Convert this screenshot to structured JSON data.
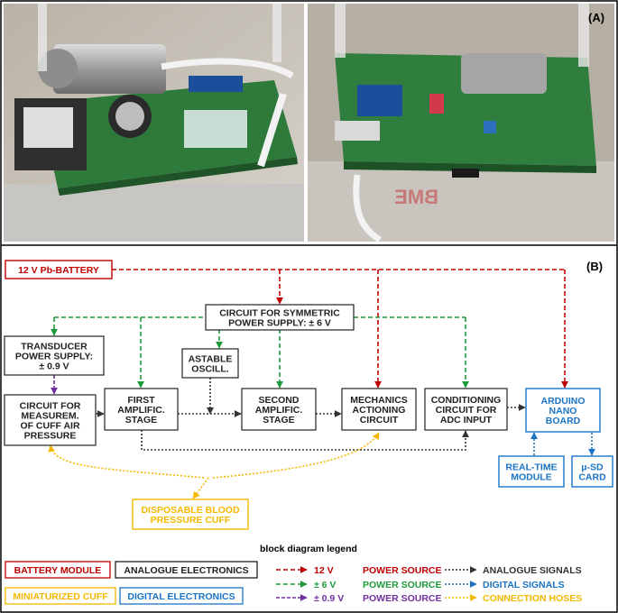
{
  "panel_a": {
    "label": "(A)",
    "stamp_text": "BME"
  },
  "panel_b": {
    "label": "(B)"
  },
  "blocks": {
    "battery": {
      "lines": [
        "12 V Pb-BATTERY"
      ]
    },
    "symmetric": {
      "lines": [
        "CIRCUIT FOR SYMMETRIC",
        "POWER SUPPLY: ± 6 V"
      ]
    },
    "transducer_ps": {
      "lines": [
        "TRANSDUCER",
        "POWER SUPPLY:",
        "± 0.9 V"
      ]
    },
    "astable": {
      "lines": [
        "ASTABLE",
        "OSCILL."
      ]
    },
    "measurement": {
      "lines": [
        "CIRCUIT FOR",
        "MEASUREM.",
        "OF CUFF AIR",
        "PRESSURE"
      ]
    },
    "first_amp": {
      "lines": [
        "FIRST",
        "AMPLIFIC.",
        "STAGE"
      ]
    },
    "second_amp": {
      "lines": [
        "SECOND",
        "AMPLIFIC.",
        "STAGE"
      ]
    },
    "mechanics": {
      "lines": [
        "MECHANICS",
        "ACTIONING",
        "CIRCUIT"
      ]
    },
    "conditioning": {
      "lines": [
        "CONDITIONING",
        "CIRCUIT FOR",
        "ADC INPUT"
      ]
    },
    "arduino": {
      "lines": [
        "ARDUINO",
        "NANO",
        "BOARD"
      ]
    },
    "rtc": {
      "lines": [
        "REAL-TIME",
        "MODULE"
      ]
    },
    "sd": {
      "lines": [
        "µ-SD",
        "CARD"
      ]
    },
    "cuff": {
      "lines": [
        "DISPOSABLE BLOOD",
        "PRESSURE CUFF"
      ]
    }
  },
  "legend": {
    "title": "block diagram legend",
    "modules": {
      "battery": "BATTERY MODULE",
      "analogue": "ANALOGUE ELECTRONICS",
      "cuff": "MINIATURIZED CUFF",
      "digital": "DIGITAL ELECTRONICS"
    },
    "power": [
      {
        "value": "12 V",
        "label": "POWER SOURCE",
        "color": "#c00000"
      },
      {
        "value": "± 6 V",
        "label": "POWER SOURCE",
        "color": "#1f9a3a"
      },
      {
        "value": "± 0.9 V",
        "label": "POWER SOURCE",
        "color": "#7030a0"
      }
    ],
    "signals": [
      {
        "label": "ANALOGUE SIGNALS",
        "color": "#333333"
      },
      {
        "label": "DIGITAL SIGNALS",
        "color": "#1a74c4"
      },
      {
        "label": "CONNECTION HOSES",
        "color": "#f5b800"
      }
    ]
  },
  "colors": {
    "power_12v": "#c00000",
    "power_6v": "#1f9a3a",
    "power_09v": "#7030a0",
    "analogue": "#333333",
    "digital": "#1a74c4",
    "hose": "#f5b800"
  }
}
